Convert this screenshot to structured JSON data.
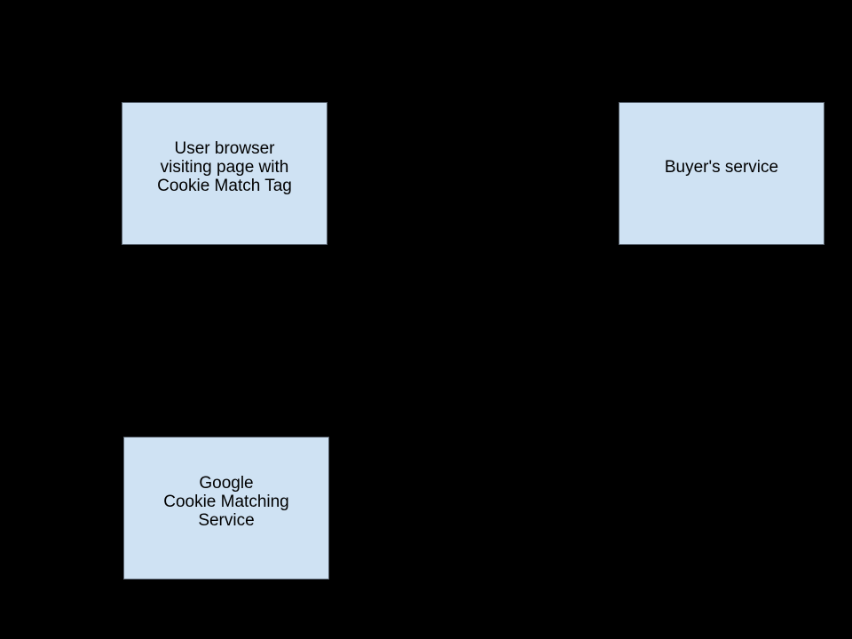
{
  "diagram": {
    "colors": {
      "background": "#000000",
      "box_fill": "#cfe2f3",
      "box_border": "#5a6470",
      "text_color": "#000000"
    },
    "nodes": [
      {
        "id": "user-browser",
        "label": "User browser\nvisiting page with\nCookie Match Tag"
      },
      {
        "id": "buyers-service",
        "label": "Buyer's service"
      },
      {
        "id": "google-cms",
        "label": "Google\nCookie Matching\nService"
      }
    ]
  }
}
